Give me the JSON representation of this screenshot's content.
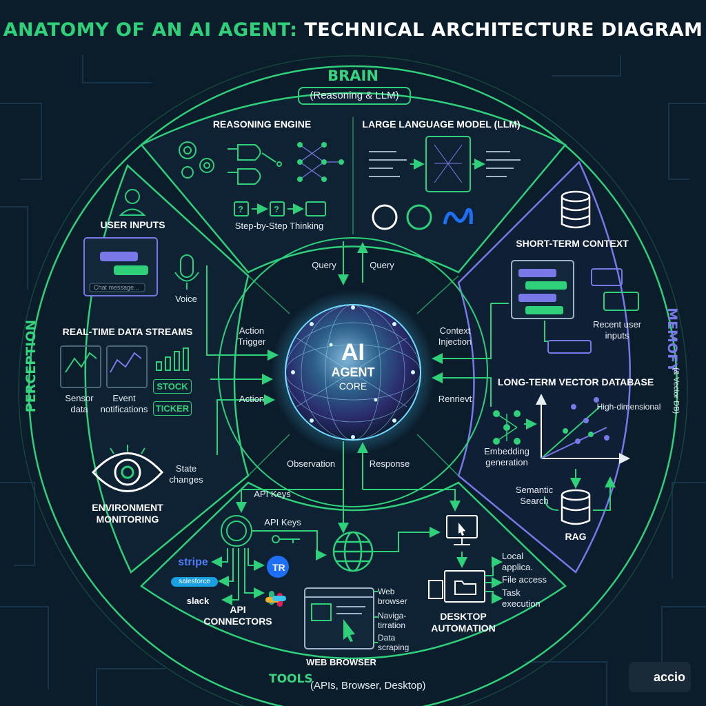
{
  "title": {
    "part1": "ANATOMY OF AN AI AGENT:",
    "part2": "TECHNICAL ARCHITECTURE DIAGRAM"
  },
  "core": {
    "line1": "AI",
    "line2": "AGENT",
    "line3": "CORE"
  },
  "brain": {
    "title": "BRAIN",
    "subtitle": "(Reasoning & LLM)",
    "reasoning_engine": "REASONING ENGINE",
    "step_label": "Step-by-Step Thinking",
    "llm": "LARGE LANGUAGE MODEL (LLM)"
  },
  "perception": {
    "title": "PERCEPTION",
    "user_inputs": "USER INPUTS",
    "chat_placeholder": "Chat message...",
    "voice": "Voice",
    "realtime": "REAL-TIME DATA STREAMS",
    "sensor": "Sensor data",
    "event": "Event notifications",
    "stock": "STOCK",
    "ticker": "TICKER",
    "env": "ENVIRONMENT MONITORING",
    "state_changes": "State changes"
  },
  "memory": {
    "title": "MEMOFY",
    "subtitle": "(& Vector DB)",
    "short_term": "SHORT-TERM CONTEXT",
    "recent": "Recent user inputs",
    "long_term": "LONG-TERM VECTOR DATABASE",
    "high_dim": "High-dimensional",
    "embedding": "Embedding generation",
    "semantic": "Semantic Search",
    "rag": "RAG"
  },
  "tools": {
    "title": "TOOLS",
    "subtitle": "(APIs, Browser, Desktop)",
    "api_keys_1": "API Keys",
    "api_keys_2": "API Keys",
    "api_connectors": "API CONNECTORS",
    "stripe": "stripe",
    "salesforce": "salesforce",
    "slack": "slack",
    "web_browser": "WEB BROWSER",
    "web_browser_small": "Web browser",
    "navigation": "Naviga- tirration",
    "scraping": "Data scraping",
    "desktop": "DESKTOP AUTOMATION",
    "local": "Local applica.",
    "file_access": "File access",
    "task_exec": "Task execution"
  },
  "flows": {
    "query_1": "Query",
    "query_2": "Query",
    "action_trigger": "Action Trigger",
    "action": "Action",
    "context_injection": "Context Injection",
    "retrieve": "Renrievt",
    "observation": "Observation",
    "response": "Response"
  },
  "brand": {
    "name": "accio"
  },
  "colors": {
    "background": "#0b1c2b",
    "green": "#2fd07a",
    "purple": "#7a78e8",
    "white": "#ffffff"
  }
}
